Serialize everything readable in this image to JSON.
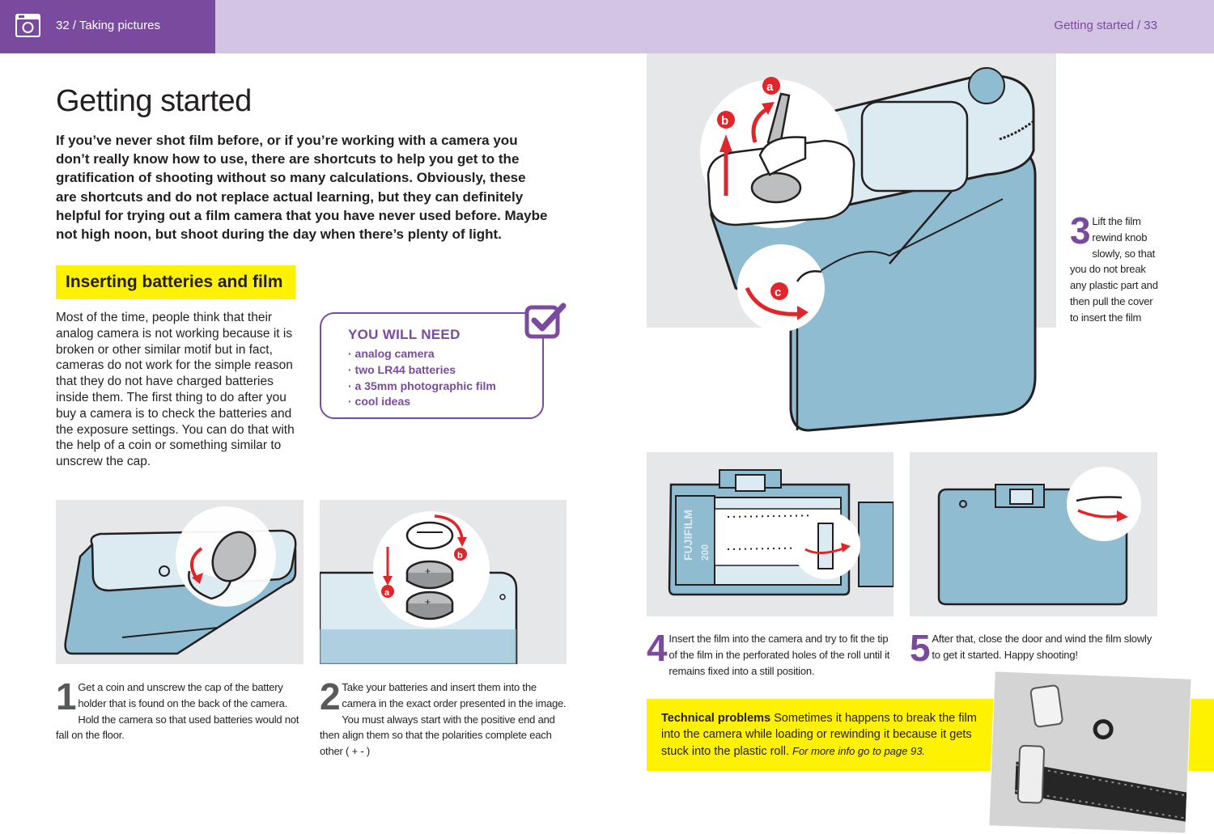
{
  "header": {
    "left_label": "32 / Taking pictures",
    "right_label": "Getting started / 33",
    "icon": "camera-icon"
  },
  "title": "Getting started",
  "intro": "If you’ve never shot film before, or if you’re working with a camera you don’t really know how to use, there are shortcuts to help you get to the gratification of shooting without so many calculations. Obviously, these are shortcuts and do not replace actual learning, but they can definitely helpful for trying out a film camera that you have never used before. Maybe not high noon, but shoot during the day when there’s plenty of light.",
  "section_heading": "Inserting batteries and film",
  "body": "Most of the time, people think that their analog camera is not working because it is broken or other similar motif but in fact, cameras do not work for the simple reason that they do not have charged batteries inside them. The first thing to do after you buy a camera is to check the batteries and the exposure settings. You can do that with the help of a coin or something similar to unscrew the cap.",
  "you_will_need": {
    "title": "YOU WILL NEED",
    "items": [
      "· analog camera",
      "· two LR44 batteries",
      "· a 35mm photographic film",
      "· cool ideas"
    ],
    "icon": "checkbox-icon"
  },
  "illustration_labels": {
    "a": "a",
    "b": "b",
    "c": "c",
    "film_brand": "FUJIFILM",
    "film_iso": "200"
  },
  "steps": [
    {
      "number": "1",
      "text": "Get a coin and unscrew the cap of the battery holder that is found on the back of the camera. Hold the camera so that used batteries would not fall on the floor."
    },
    {
      "number": "2",
      "text": "Take your batteries and insert them into the camera in the exact order presented in the image. You must always start with the positive end and then align them so that the polarities complete each other ( + - )"
    },
    {
      "number": "3",
      "text": "Lift the film rewind knob slowly, so that you do not break any plastic part and then pull the cover to insert the film"
    },
    {
      "number": "4",
      "text": "Insert the film into the camera and try to fit the tip of the film in the perforated holes of the roll until it remains fixed into a still position."
    },
    {
      "number": "5",
      "text": "After that, close the door and wind the film slowly to get it started. Happy shooting!"
    }
  ],
  "technical_problems": {
    "label": "Technical problems",
    "text": " Sometimes it happens to break the film into the camera while loading or rewinding it because it gets stuck into the plastic roll. ",
    "more": "For more info go to page 93."
  },
  "colors": {
    "purple": "#7a4a9f",
    "lavender": "#d3c4e4",
    "yellow": "#fff200",
    "camera_blue": "#8fbcd0",
    "arrow_red": "#e0262b"
  }
}
